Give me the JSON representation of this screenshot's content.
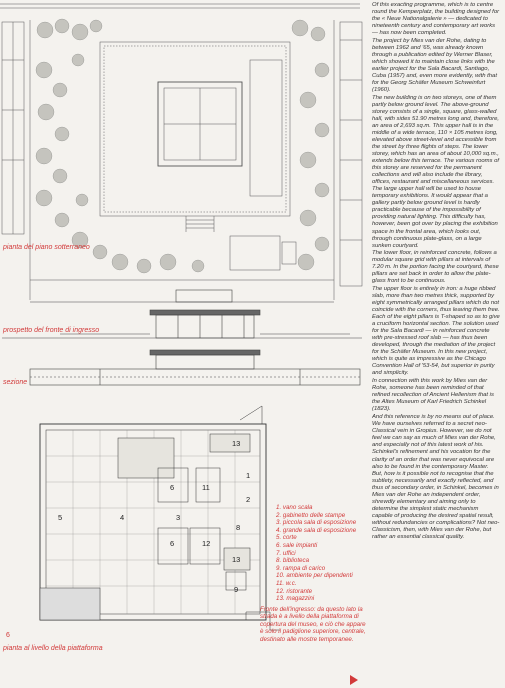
{
  "captions": {
    "basement_plan": "pianta del piano sotterraneo",
    "entrance_elevation": "prospetto del fronte di ingresso",
    "section": "sezione",
    "platform_plan": "pianta al livello della piattaforma",
    "page_number": "6"
  },
  "legend": [
    "1. vano scala",
    "2. gabinetto delle stampe",
    "3. piccola sala di esposizione",
    "4. grande sala di esposizione",
    "5. corte",
    "6. sale impianti",
    "7. uffici",
    "8. biblioteca",
    "9. rampa di carico",
    "10. ambiente per dipendenti",
    "11. w.c.",
    "12. ristorante",
    "13. magazzini"
  ],
  "plan_numbers": [
    "13",
    "5",
    "4",
    "3",
    "1",
    "2",
    "6",
    "11",
    "8",
    "12",
    "13",
    "9",
    "6"
  ],
  "red_note": "Fronte dell'ingresso: da questo lato la strada è a livello della piattaforma di copertura del museo, e ciò che appare è solo il padiglione superiore, centrale, destinato alle mostre temporanee.",
  "article": [
    "Of this exacting programme, which is to centre round the Kemperplatz, the building designed for the « Neue Nationalgalerie » — dedicated to nineteenth century and contemporary art works — has now been completed.",
    "The project by Mies van der Rohe, dating to between 1962 and '65, was already known through a publication edited by Werner Blaser, which showed it to maintain close links with the earlier project for the Sala Bacardi, Santiago, Cuba (1957) and, even more evidently, with that for the Georg Schäfer Museum Schweinfurt (1960).",
    "The new building is on two storeys, one of them partly below ground level. The above-ground storey consists of a single, square, glass-walled hall, with sides 51.90 metres long and, therefore, an area of 2,693 sq.m. This upper hall is in the middle of a wide terrace, 110 × 105 metres long, elevated above street-level and accessible from the street by three flights of steps. The lower storey, which has an area of about 10,000 sq.m., extends below this terrace. The various rooms of this storey are reserved for the permanent collections and will also include the library, offices, restaurant and miscellaneous services. The large upper hall will be used to house temporary exhibitions. It would appear that a gallery partly below ground level is hardly practicable because of the impossibility of providing natural lighting. This difficulty has, however, been got over by placing the exhibition space in the frontal area, which looks out, through continuous plate-glass, on a large sunken courtyard.",
    "The lower floor, in reinforced concrete, follows a modular square grid with pillars at intervals of 7.20 m. In the portion facing the courtyard, these pillars are set back in order to allow the plate-glass front to be continuous.",
    "The upper floor is entirely in iron: a huge ribbed slab, more than two metres thick, supported by eight symmetrically arranged pillars which do not coincide with the corners, thus leaving them free. Each of the eight pillars is T-shaped so as to give a cruciform horizontal section. The solution used for the Sala Bacardi — in reinforced concrete with pre-stressed roof slab — has thus been developed, through the mediation of the project for the Schäfer Museum. In this new project, which is quite as impressive as the Chicago Convention Hall of '53-54, but superior in purity and simplicity.",
    "In connection with this work by Mies van der Rohe, someone has been reminded of that refined recollection of Ancient Hellenism that is the Altes Museum of Karl Friedrich Schinkel (1823).",
    "And this reference is by no means out of place. We have ourselves referred to a secret neo-Classical vein in Gropius. However, we do not feel we can say as much of Mies van der Rohe, and especially not of this latest work of his.",
    "Schinkel's refinement and his vocation for the clarity of an order that was never equivocal are also to be found in the contemporary Master. But, how is it possible not to recognise that the subtlety, necessarily and exactly reflected, and thus of secondary order, in Schinkel, becomes in Mies van der Rohe an independent order, shrewdly elementary and aiming only to determine the simplest static mechanism capable of producing the desired spatial result, without redundancies or complications? Not neo-Classicism, then, with Mies van der Rohe, but rather an essential classical quality."
  ]
}
